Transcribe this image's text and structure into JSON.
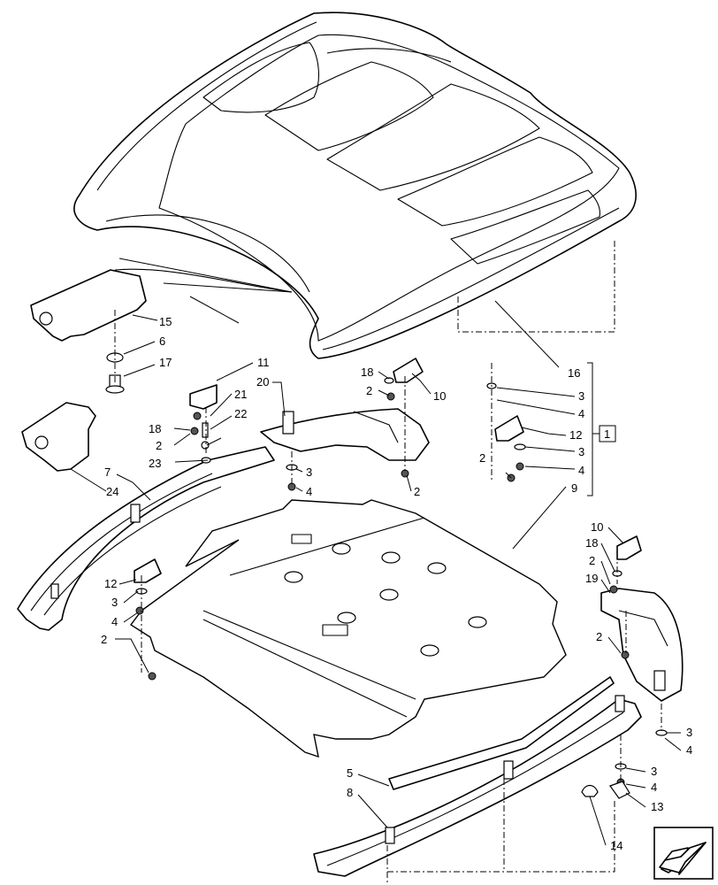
{
  "callouts": {
    "c1": "1",
    "c2": "2",
    "c3": "3",
    "c4": "4",
    "c5": "5",
    "c6": "6",
    "c7": "7",
    "c8": "8",
    "c9": "9",
    "c10": "10",
    "c11": "11",
    "c12": "12",
    "c13": "13",
    "c14": "14",
    "c15": "15",
    "c16": "16",
    "c17": "17",
    "c18": "18",
    "c19": "19",
    "c20": "20",
    "c21": "21",
    "c22": "22",
    "c23": "23",
    "c24": "24"
  },
  "icons": {
    "nav": "next-page-arrow-icon"
  }
}
